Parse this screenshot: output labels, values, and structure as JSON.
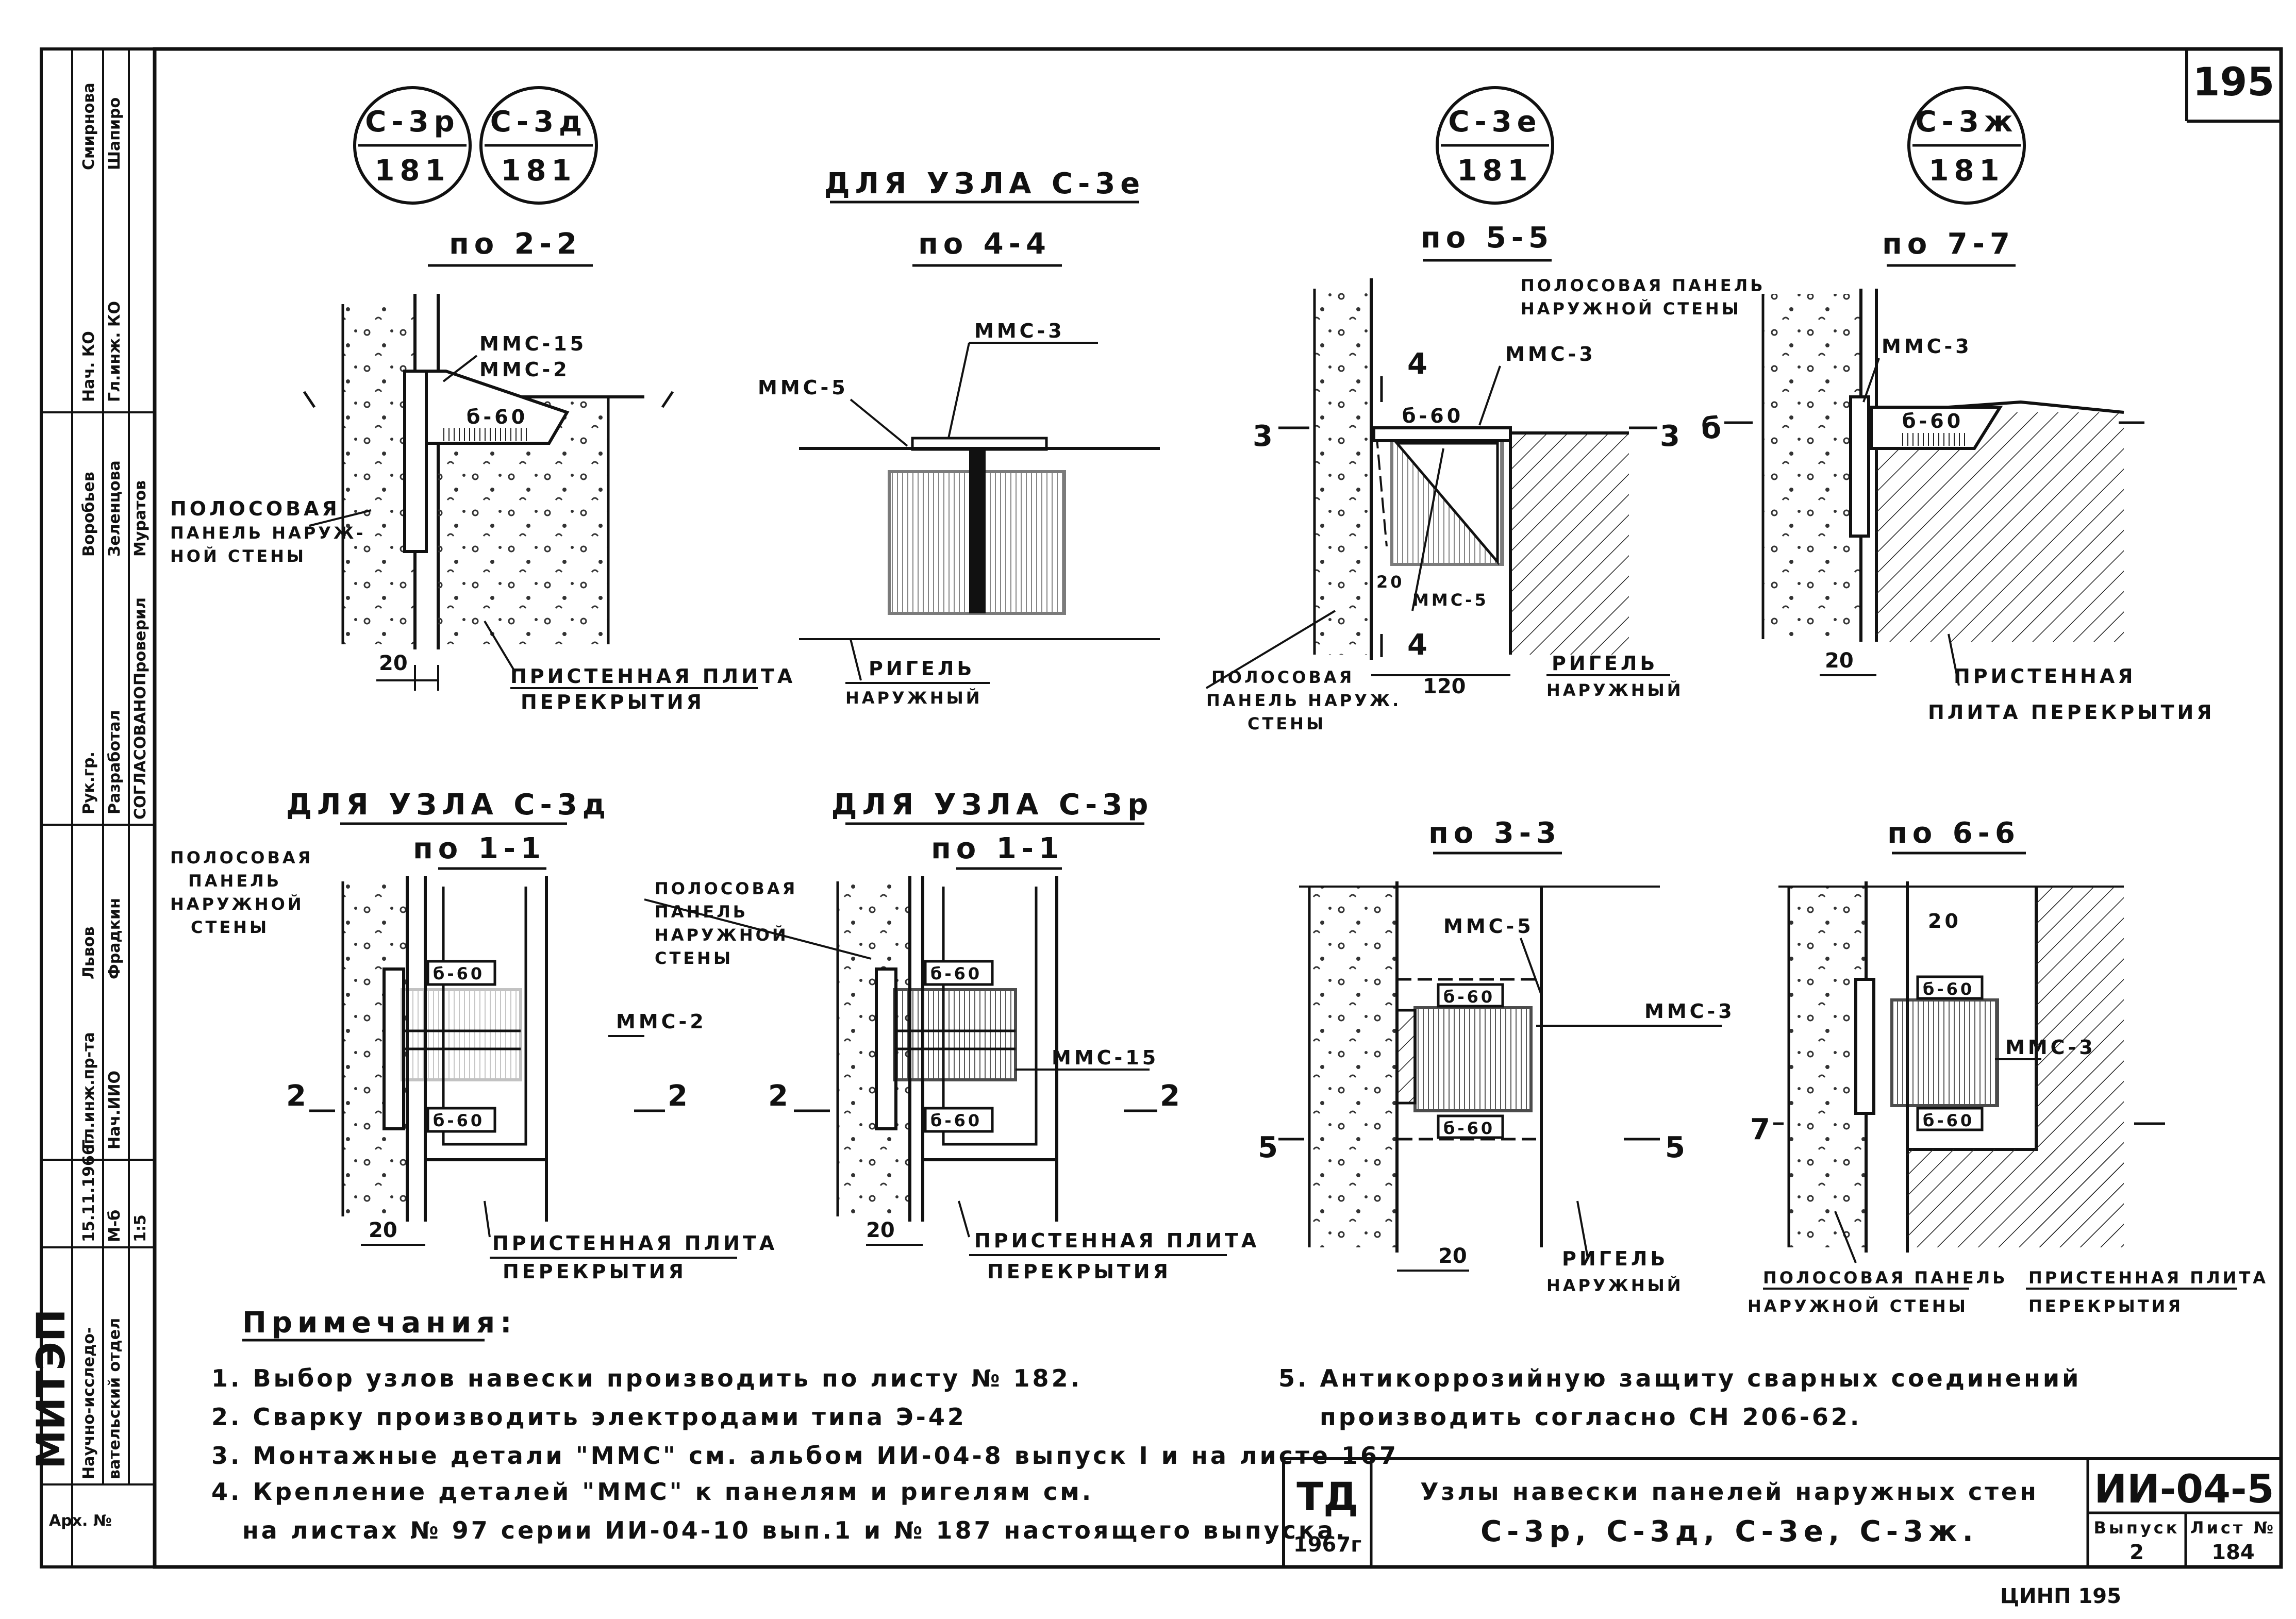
{
  "sheet_number": "195",
  "callouts": [
    {
      "top": "С-3р",
      "bottom": "181"
    },
    {
      "top": "С-3д",
      "bottom": "181"
    },
    {
      "top": "С-3е",
      "bottom": "181"
    },
    {
      "top": "С-3ж",
      "bottom": "181"
    }
  ],
  "header_for_node_e": "ДЛЯ УЗЛА С-3е",
  "header_for_node_d": "ДЛЯ УЗЛА С-3д",
  "header_for_node_r": "ДЛЯ УЗЛА С-3р",
  "sections": {
    "s22": "по 2-2",
    "s44": "по 4-4",
    "s55": "по 5-5",
    "s77": "по 7-7",
    "s11a": "по 1-1",
    "s11b": "по 1-1",
    "s33": "по 3-3",
    "s66": "по 6-6"
  },
  "labels": {
    "mms15": "ММС-15",
    "mms2": "ММС-2",
    "mms3": "ММС-3",
    "mms5": "ММС-5",
    "weld": "б-60",
    "strip_panel_1": "ПОЛОСОВАЯ",
    "strip_panel_2": "ПАНЕЛЬ НАРУЖ-",
    "strip_panel_3": "НОЙ СТЕНЫ",
    "strip_panel_full1": "ПОЛОСОВАЯ ПАНЕЛЬ",
    "strip_panel_full2": "НАРУЖНОЙ СТЕНЫ",
    "slab_1": "ПРИСТЕННАЯ ПЛИТА",
    "slab_2": "ПЕРЕКРЫТИЯ",
    "slab_77_2": "ПЛИТА ПЕРЕКРЫТИЯ",
    "slab_short": "ПРИСТЕННАЯ",
    "girder_1": "РИГЕЛЬ",
    "girder_2": "НАРУЖНЫЙ",
    "panel_word": "ПАНЕЛЬ",
    "outer_wall": "НАРУЖНОЙ",
    "walls": "СТЕНЫ",
    "panel_nar": "ПАНЕЛЬ НАРУЖ.",
    "dim20": "20",
    "dim120": "120"
  },
  "notes_title": "Примечания:",
  "notes": [
    "1. Выбор узлов навески производить по листу № 182.",
    "2. Сварку производить электродами типа Э-42",
    "3. Монтажные детали \"ММС\" см. альбом ИИ-04-8 выпуск I и на листе 167",
    "4. Крепление деталей \"ММС\" к панелям и ригелям см.",
    "на листах № 97 серии ИИ-04-10 вып.1 и № 187 настоящего выпуска.",
    "5. Антикоррозийную защиту сварных соединений",
    "производить согласно СН 206-62."
  ],
  "title_block": {
    "org_mark": "ТД",
    "org_year": "1967г",
    "title_line1": "Узлы навески панелей наружных стен",
    "title_line2": "С-3р, С-3д, С-3е, С-3ж.",
    "series": "ИИ-04-5",
    "issue_label": "Выпуск",
    "issue_value": "2",
    "sheet_label": "Лист №",
    "sheet_value": "184"
  },
  "side_stamp": {
    "org": "МИТЭП",
    "dept_1": "Научно-исследо-",
    "dept_2": "вательский отдел",
    "date": "15.11.1966г",
    "scale_label": "М-б",
    "scale": "1:5",
    "approved": "СОГЛАСОВАНО",
    "arch_no": "Арх. №",
    "names": [
      "Смирнова",
      "Шапиро",
      "Воробьев",
      "Зеленцова",
      "Фрадкин",
      "Львов",
      "Муратов"
    ],
    "roles": [
      "Нач. КО",
      "Гл.инж. КО",
      "Рук.гр.",
      "Разработал",
      "Проверил",
      "Гл.инж.пр-та",
      "Нач.ИИО"
    ]
  },
  "bottom_note": "ЦИНП 195"
}
